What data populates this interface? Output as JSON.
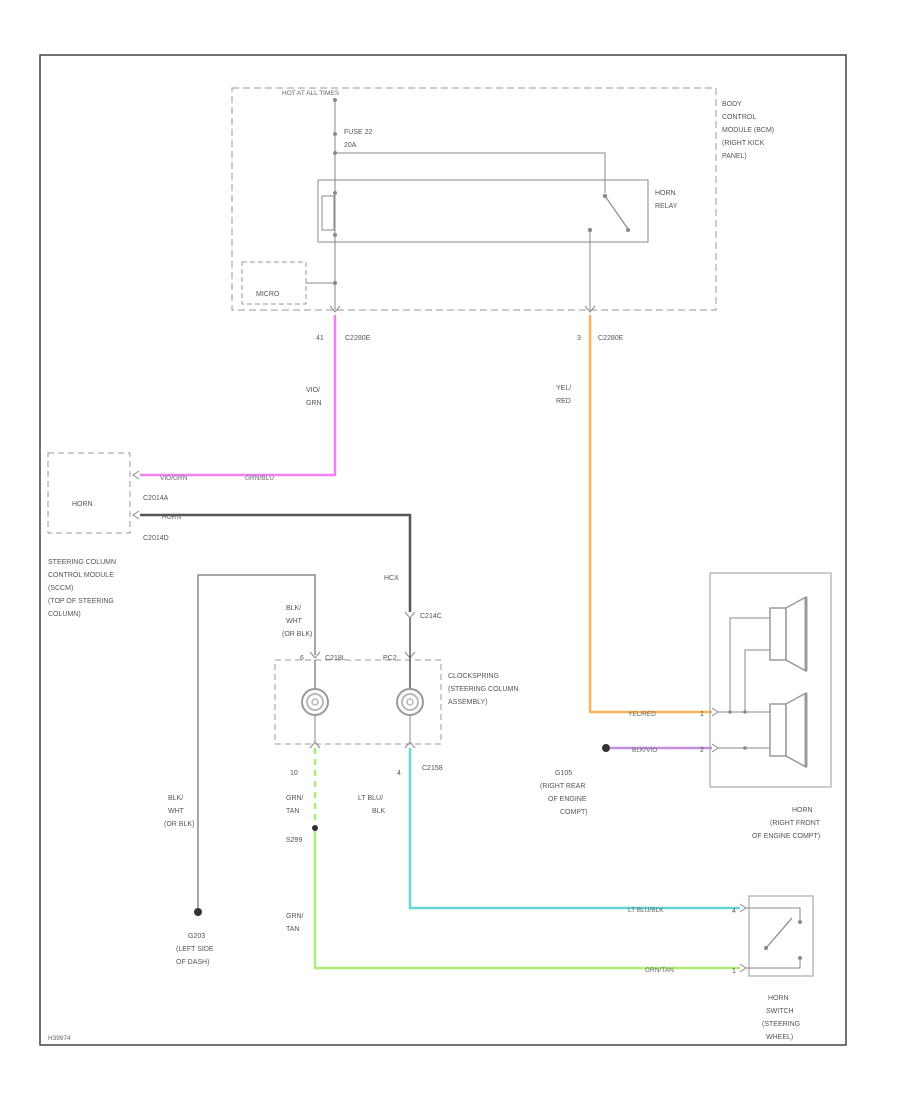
{
  "labels": {
    "hot_at_all_times": "HOT AT ALL TIMES",
    "fuse_line1": "FUSE 22",
    "fuse_line2": "20A",
    "bcm_line1": "BODY",
    "bcm_line2": "CONTROL",
    "bcm_line3": "MODULE (BCM)",
    "bcm_line4": "(RIGHT KICK",
    "bcm_line5": "PANEL)",
    "horn_relay_line1": "HORN",
    "horn_relay_line2": "RELAY",
    "micro": "MICRO",
    "pin_41": "41",
    "pin_3": "3",
    "conn_c2280e_a": "C2280E",
    "conn_c2280e_b": "C2280E",
    "wire_vio_grn_1": "VIO/",
    "wire_vio_grn_2": "GRN",
    "wire_yel_red_1": "YEL/",
    "wire_yel_red_2": "RED",
    "sccm_horn": "HORN",
    "conn_c2014a": "C2014A",
    "conn_c2014d": "C2014D",
    "wire_vio_grn_h": "VIO/GRN",
    "wire_grn_h": "GRN/BLU",
    "wire_bk_h": "HORN",
    "sccm_line1": "STEERING COLUMN",
    "sccm_line2": "CONTROL MODULE",
    "sccm_line3": "(SCCM)",
    "sccm_line4": "(TOP OF STEERING",
    "sccm_line5": "COLUMN)",
    "wire_horn_v": "HCX",
    "conn_c214c": "C214C",
    "wire_blk_wht_1": "BLK/",
    "wire_blk_wht_2": "WHT",
    "wire_blk_wht_3": "(OR BLK)",
    "conn_c218l": "C218L",
    "cs_pin_6": "6",
    "cs_pin_pc2": "PC2",
    "clockspring_line1": "CLOCKSPRING",
    "clockspring_line2": "(STEERING COLUMN",
    "clockspring_line3": "ASSEMBLY)",
    "pin_10": "10",
    "pin_4": "4",
    "conn_c2158": "C2158",
    "wire_grn_tan_1": "GRN/",
    "wire_grn_tan_2": "TAN",
    "splice_s299": "S299",
    "wire_ltblu_blk_1": "LT BLU/",
    "wire_ltblu_blk_2": "BLK",
    "wire_blk_wht_b1": "BLK/",
    "wire_blk_wht_b2": "WHT",
    "wire_blk_wht_b3": "(OR BLK)",
    "g203_line1": "G203",
    "g203_line2": "(LEFT SIDE",
    "g203_line3": "OF DASH)",
    "wire_grn_tan_b1": "GRN/",
    "wire_grn_tan_b2": "TAN",
    "wire_yel_red_h": "YEL/RED",
    "wire_blk_vio_h": "BLK/VIO",
    "g105_line1": "G105",
    "g105_line2": "(RIGHT REAR",
    "g105_line3": "OF ENGINE",
    "g105_line4": "COMPT)",
    "horn_pin_1": "1",
    "horn_pin_2": "2",
    "horn_line1": "HORN",
    "horn_line2": "(RIGHT FRONT",
    "horn_line3": "OF ENGINE COMPT)",
    "wire_ltblu_blk_h": "LT BLU/BLK",
    "wire_grn_tan_h": "GRN/TAN",
    "sw_pin_4": "4",
    "sw_pin_1": "1",
    "horn_switch_line1": "HORN",
    "horn_switch_line2": "SWITCH",
    "horn_switch_line3": "(STEERING",
    "horn_switch_line4": "WHEEL)",
    "figure_code": "H39974"
  },
  "colors": {
    "frame": "#444444",
    "wire_gray": "#8a8a8a",
    "wire_violet_green": "#f57ff5",
    "wire_yellow_red": "#f8b45a",
    "wire_dark": "#555555",
    "wire_light_blue": "#66d6d6",
    "wire_green_tan": "#aaee77",
    "wire_blk_violet": "#c690e0"
  }
}
